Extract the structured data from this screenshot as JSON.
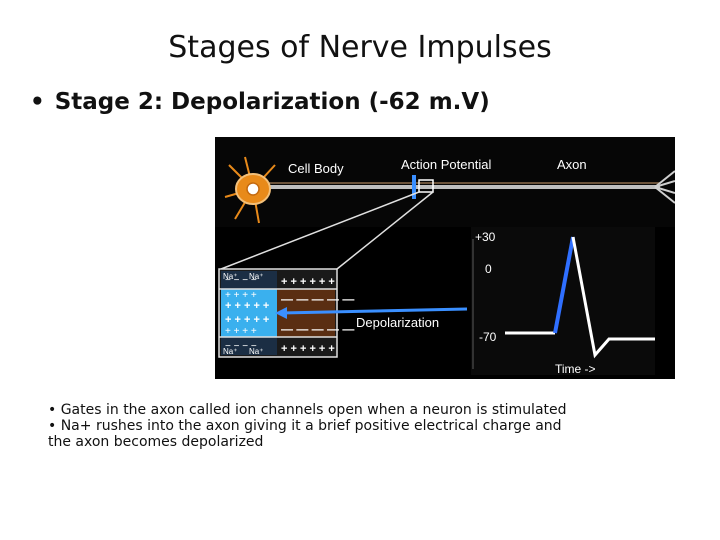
{
  "slide": {
    "title": "Stages of Nerve Impulses",
    "bullet_marker": "•",
    "heading": "Stage 2: Depolarization (-62 m.V)"
  },
  "figure": {
    "labels": {
      "cell_body": "Cell Body",
      "action_potential": "Action Potential",
      "axon": "Axon",
      "depolarization": "Depolarization",
      "time_axis": "Time ->"
    },
    "voltage_ticks": [
      "+30",
      "0",
      "-70"
    ],
    "ion_labels": [
      "Na⁺",
      "Na⁺",
      "Na⁺",
      "Na⁺"
    ],
    "colors": {
      "background": "#000000",
      "depolarized_region": "#3ab0ee",
      "membrane_arrow": "#3a8fff",
      "trace_rising": "#2f6fff",
      "trace_other": "#ffffff",
      "axon_fill": "#5a2e12",
      "neuron_body": "#e88a1a"
    }
  },
  "notes": [
    "• Gates in the axon called ion channels open when a neuron is stimulated",
    "• Na+ rushes into the axon giving it a brief positive electrical charge and the axon becomes depolarized"
  ]
}
